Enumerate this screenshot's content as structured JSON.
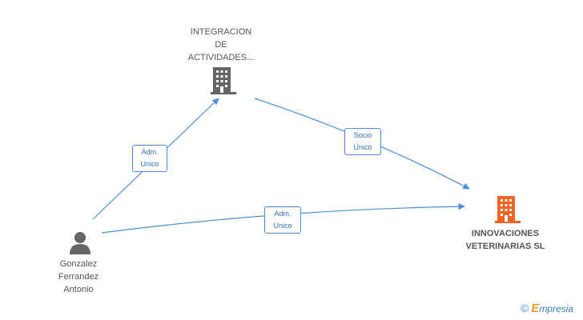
{
  "nodes": {
    "integracion": {
      "label": "INTEGRACION\nDE\nACTIVIDADES...",
      "icon": "building-icon",
      "color": "#666666"
    },
    "innovaciones": {
      "label": "INNOVACIONES\nVETERINARIAS SL",
      "icon": "building-icon",
      "color": "#f26522"
    },
    "gonzalez": {
      "label": "Gonzalez\nFerrandez\nAntonio",
      "icon": "person-icon",
      "color": "#666666"
    }
  },
  "edges": {
    "gonzalez_integracion": {
      "label": "Adm.\nUnico"
    },
    "integracion_innovaciones": {
      "label": "Socio\nÚnico"
    },
    "gonzalez_innovaciones": {
      "label": "Adm.\nUnico"
    }
  },
  "colors": {
    "edge": "#4a90d9"
  },
  "brand": {
    "copyright": "©",
    "name_initial": "E",
    "name_rest": "mpresia"
  }
}
